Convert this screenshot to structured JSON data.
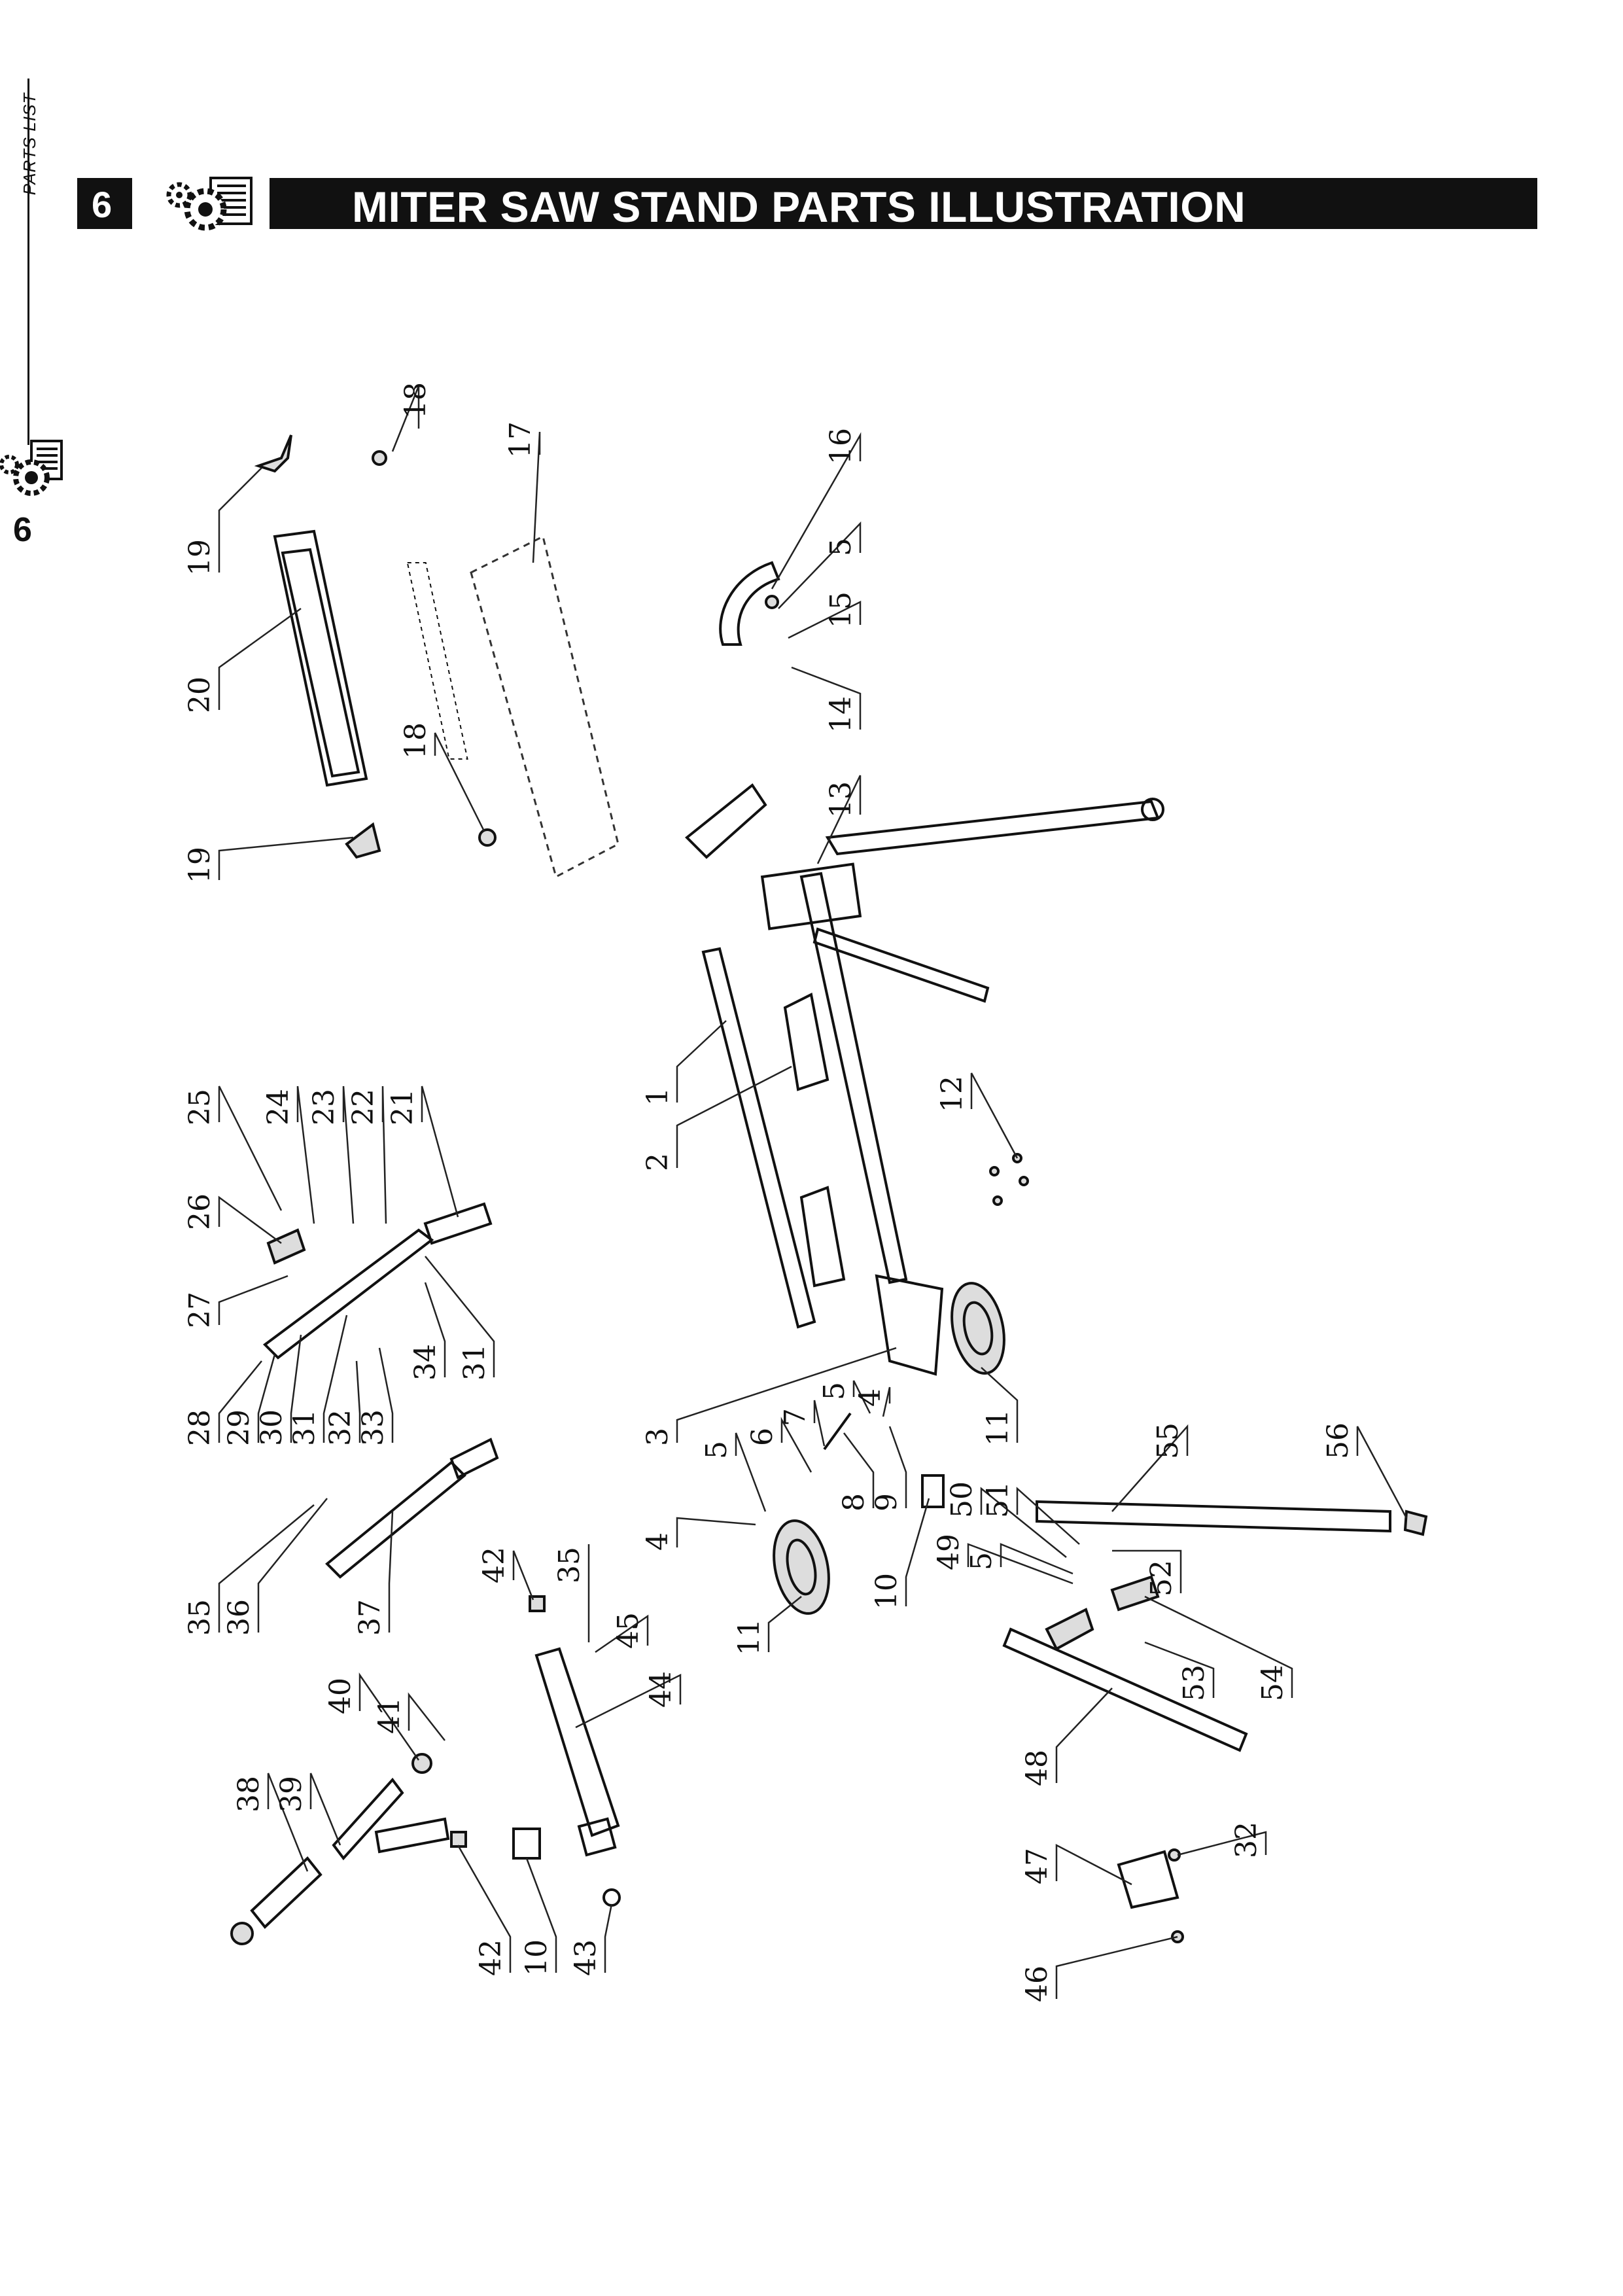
{
  "side_tab": {
    "label": "PARTS LIST",
    "number": "6"
  },
  "header": {
    "number": "6",
    "title": "MITER SAW STAND PARTS ILLUSTRATION"
  },
  "icons": [
    "gears-parts-list-icon"
  ],
  "callouts": [
    {
      "id": "c18a",
      "label": "18"
    },
    {
      "id": "c19a",
      "label": "19"
    },
    {
      "id": "c20",
      "label": "20"
    },
    {
      "id": "c17",
      "label": "17"
    },
    {
      "id": "c18b",
      "label": "18"
    },
    {
      "id": "c19b",
      "label": "19"
    },
    {
      "id": "c16",
      "label": "16"
    },
    {
      "id": "c5a",
      "label": "5"
    },
    {
      "id": "c15",
      "label": "15"
    },
    {
      "id": "c14",
      "label": "14"
    },
    {
      "id": "c13",
      "label": "13"
    },
    {
      "id": "c1",
      "label": "1"
    },
    {
      "id": "c2",
      "label": "2"
    },
    {
      "id": "c12",
      "label": "12"
    },
    {
      "id": "c25",
      "label": "25"
    },
    {
      "id": "c24",
      "label": "24"
    },
    {
      "id": "c23",
      "label": "23"
    },
    {
      "id": "c22",
      "label": "22"
    },
    {
      "id": "c21",
      "label": "21"
    },
    {
      "id": "c26",
      "label": "26"
    },
    {
      "id": "c27",
      "label": "27"
    },
    {
      "id": "c34",
      "label": "34"
    },
    {
      "id": "c31a",
      "label": "31"
    },
    {
      "id": "c28",
      "label": "28"
    },
    {
      "id": "c29",
      "label": "29"
    },
    {
      "id": "c30",
      "label": "30"
    },
    {
      "id": "c31b",
      "label": "31"
    },
    {
      "id": "c32a",
      "label": "32"
    },
    {
      "id": "c33",
      "label": "33"
    },
    {
      "id": "c3",
      "label": "3"
    },
    {
      "id": "c5b",
      "label": "5"
    },
    {
      "id": "c4a",
      "label": "4"
    },
    {
      "id": "c11a",
      "label": "11"
    },
    {
      "id": "c7",
      "label": "7"
    },
    {
      "id": "c6",
      "label": "6"
    },
    {
      "id": "c5c",
      "label": "5"
    },
    {
      "id": "c4b",
      "label": "4"
    },
    {
      "id": "c8",
      "label": "8"
    },
    {
      "id": "c9",
      "label": "9"
    },
    {
      "id": "c55",
      "label": "55"
    },
    {
      "id": "c56",
      "label": "56"
    },
    {
      "id": "c50",
      "label": "50"
    },
    {
      "id": "c51",
      "label": "51"
    },
    {
      "id": "c10a",
      "label": "10"
    },
    {
      "id": "c49",
      "label": "49"
    },
    {
      "id": "c5d",
      "label": "5"
    },
    {
      "id": "c52",
      "label": "52"
    },
    {
      "id": "c11b",
      "label": "11"
    },
    {
      "id": "c35a",
      "label": "35"
    },
    {
      "id": "c36",
      "label": "36"
    },
    {
      "id": "c37",
      "label": "37"
    },
    {
      "id": "c42a",
      "label": "42"
    },
    {
      "id": "c35b",
      "label": "35"
    },
    {
      "id": "c45",
      "label": "45"
    },
    {
      "id": "c44",
      "label": "44"
    },
    {
      "id": "c53",
      "label": "53"
    },
    {
      "id": "c54",
      "label": "54"
    },
    {
      "id": "c40",
      "label": "40"
    },
    {
      "id": "c41",
      "label": "41"
    },
    {
      "id": "c38",
      "label": "38"
    },
    {
      "id": "c39",
      "label": "39"
    },
    {
      "id": "c48",
      "label": "48"
    },
    {
      "id": "c32b",
      "label": "32"
    },
    {
      "id": "c47",
      "label": "47"
    },
    {
      "id": "c42b",
      "label": "42"
    },
    {
      "id": "c10b",
      "label": "10"
    },
    {
      "id": "c43",
      "label": "43"
    },
    {
      "id": "c46",
      "label": "46"
    }
  ]
}
